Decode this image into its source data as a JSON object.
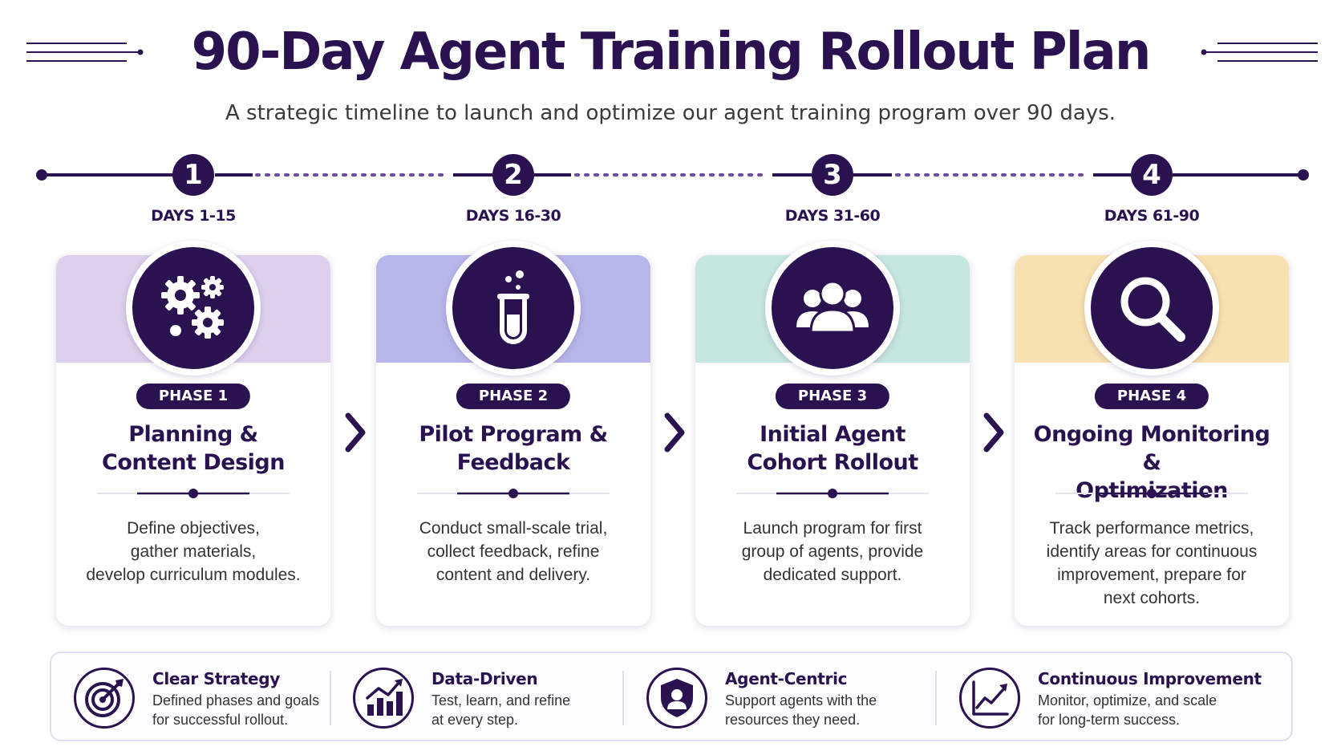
{
  "header": {
    "title": "90-Day Agent Training Rollout Plan",
    "subtitle": "A strategic timeline to launch and optimize our agent training program over 90 days."
  },
  "colors": {
    "primary": "#2a1250",
    "phase1_band": "#ddd0ec",
    "phase2_band": "#b7b6ea",
    "phase3_band": "#c6e7e0",
    "phase4_band": "#f8e1b0"
  },
  "phases": [
    {
      "number": "1",
      "days": "DAYS 1-15",
      "label": "PHASE 1",
      "title_line1": "Planning &",
      "title_line2": "Content Design",
      "desc_line1": "Define objectives,",
      "desc_line2": "gather materials,",
      "desc_line3": "develop curriculum modules.",
      "desc_line4": "",
      "icon": "gears-icon"
    },
    {
      "number": "2",
      "days": "DAYS 16-30",
      "label": "PHASE 2",
      "title_line1": "Pilot Program &",
      "title_line2": "Feedback",
      "desc_line1": "Conduct small-scale trial,",
      "desc_line2": "collect feedback, refine",
      "desc_line3": "content and delivery.",
      "desc_line4": "",
      "icon": "test-tube-icon"
    },
    {
      "number": "3",
      "days": "DAYS 31-60",
      "label": "PHASE 3",
      "title_line1": "Initial Agent",
      "title_line2": "Cohort Rollout",
      "desc_line1": "Launch program for first",
      "desc_line2": "group of agents, provide",
      "desc_line3": "dedicated support.",
      "desc_line4": "",
      "icon": "group-icon"
    },
    {
      "number": "4",
      "days": "DAYS 61-90",
      "label": "PHASE 4",
      "title_line1": "Ongoing Monitoring &",
      "title_line2": "Optimization",
      "desc_line1": "Track performance metrics,",
      "desc_line2": "identify areas for continuous",
      "desc_line3": "improvement, prepare for",
      "desc_line4": "next cohorts.",
      "icon": "magnifier-icon"
    }
  ],
  "features": [
    {
      "title": "Clear Strategy",
      "desc_line1": "Defined phases and goals",
      "desc_line2": "for successful rollout.",
      "icon": "target-icon"
    },
    {
      "title": "Data-Driven",
      "desc_line1": "Test, learn, and refine",
      "desc_line2": "at every step.",
      "icon": "bar-chart-icon"
    },
    {
      "title": "Agent-Centric",
      "desc_line1": "Support agents with the",
      "desc_line2": "resources they need.",
      "icon": "shield-user-icon"
    },
    {
      "title": "Continuous Improvement",
      "desc_line1": "Monitor, optimize, and scale",
      "desc_line2": "for long-term success.",
      "icon": "line-chart-icon"
    }
  ]
}
